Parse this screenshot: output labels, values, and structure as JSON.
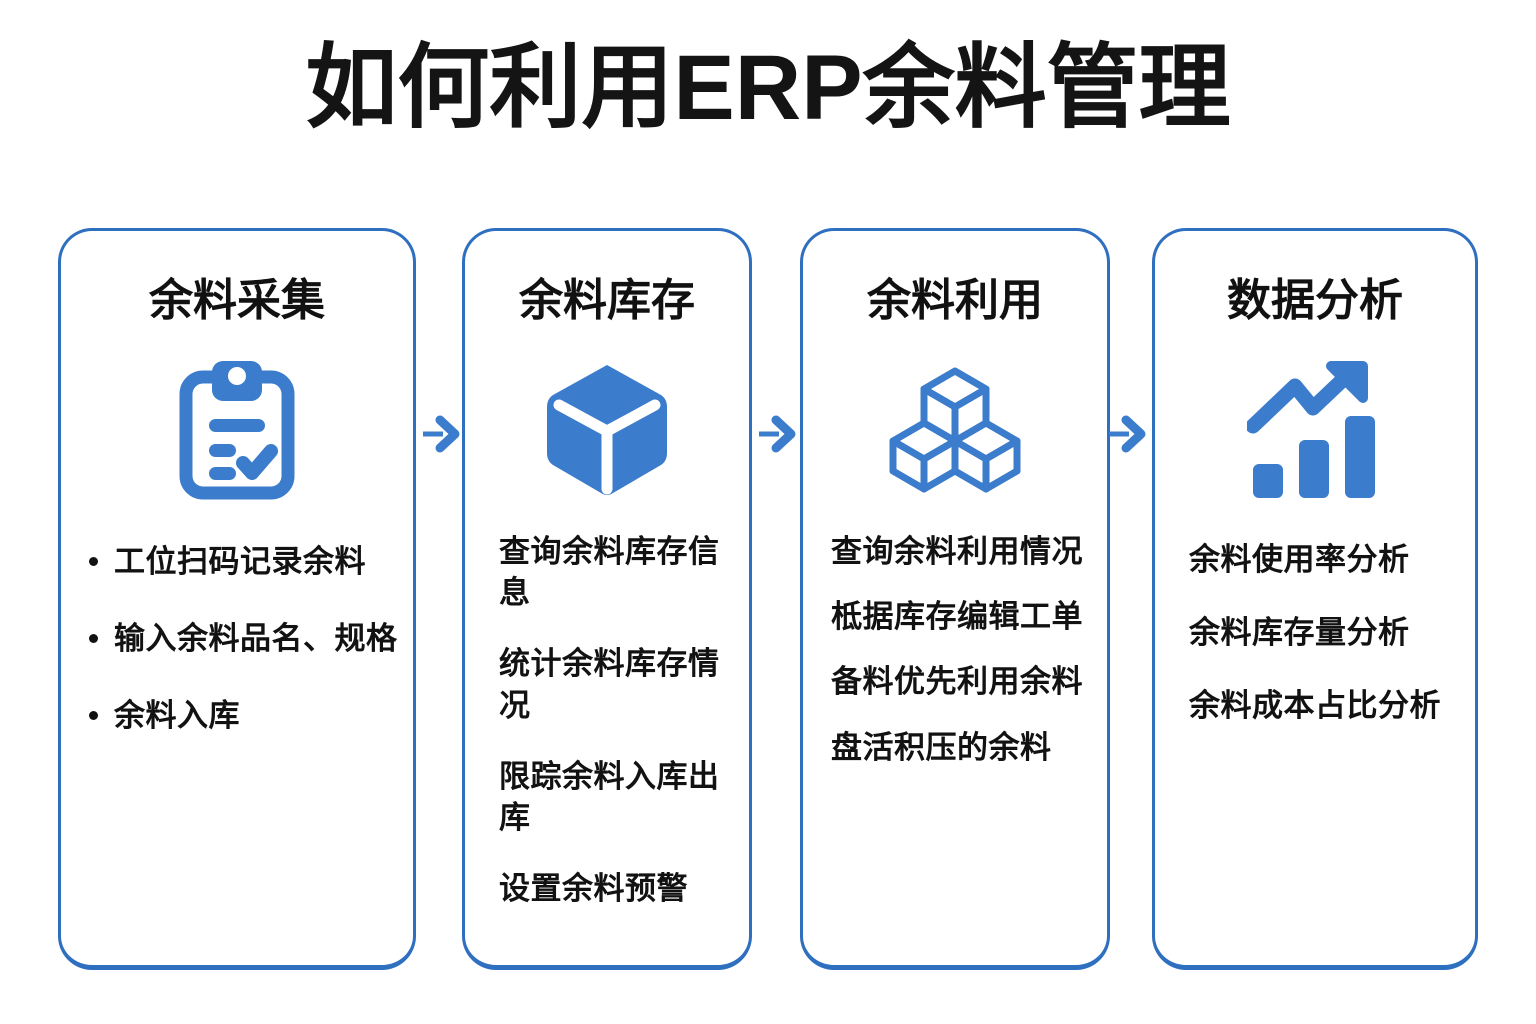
{
  "title": "如何利用ERP余料管理",
  "theme": {
    "accent": "#2f6fc0",
    "icon_blue": "#3c7ccc",
    "text": "#121212",
    "background": "#ffffff"
  },
  "arrows": [
    {
      "name": "arrow-1",
      "glyph": "→"
    },
    {
      "name": "arrow-2",
      "glyph": "→"
    },
    {
      "name": "arrow-3",
      "glyph": "→"
    }
  ],
  "cards": [
    {
      "heading": "余料采集",
      "icon": "clipboard-checklist-icon",
      "bullets_have_dots": true,
      "bullets": [
        "工位扫码记录余料",
        "输入余料品名、规格",
        "余料入库"
      ]
    },
    {
      "heading": "余料库存",
      "icon": "cube-solid-icon",
      "bullets_have_dots": false,
      "bullets": [
        "查询余料库存信息",
        "统计余料库存情况",
        "限踪余料入库出库",
        "设置余料预警"
      ]
    },
    {
      "heading": "余料利用",
      "icon": "stacked-cubes-icon",
      "bullets_have_dots": false,
      "bullets": [
        "查询余料利用情况",
        "柢据库存编辑工单",
        "备料优先利用余料",
        "盘活积压的余料"
      ]
    },
    {
      "heading": "数据分析",
      "icon": "growth-bar-chart-icon",
      "bullets_have_dots": false,
      "bullets": [
        "余料使用率分析",
        "余料库存量分析",
        "余料成本占比分析"
      ]
    }
  ]
}
